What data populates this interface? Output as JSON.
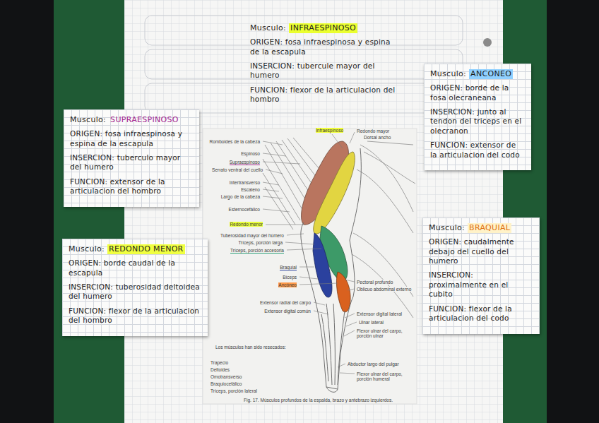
{
  "diagram": {
    "caption": "Fig. 17. Músculos profundos de la espalda, brazo y antebrazo izquierdos.",
    "nodes": [
      {
        "text": [
          "Musculo:",
          "INFRAESPINOSO",
          "ORIGEN: fosa infraespinosa y espina de la escapula",
          "INSERCION: tubercule mayor del humero",
          "FUNCION: flexor de la articulacion del hombro"
        ]
      },
      {
        "text": [
          "Musculo:",
          "SUPRAESPINOSO",
          "ORIGEN: fosa infraespinosa y espina de la escapula",
          "INSERCION: tuberculo mayor del humero",
          "FUNCION: extensor de la articulacion del hombro"
        ]
      },
      {
        "text": [
          "Musculo:",
          "REDONDO MENOR",
          "ORIGEN: borde caudal de la escapula",
          "INSERCION: tuberosidad deltoidea del humero",
          "FUNCION: flexor de la articulacion del hombro"
        ]
      },
      {
        "text": [
          "Musculo:",
          "ANCONEO",
          "ORIGEN: borde de la fosa olecraneana",
          "INSERCION: junto al tendon del triceps en el olecranon",
          "FUNCION: extensor de la articulacion del codo"
        ]
      },
      {
        "text": [
          "Musculo:",
          "BRAQUIAL",
          "ORIGEN: caudalmente debajo del cuello del humero",
          "INSERCION: proximalmente en el cubito",
          "FUNCION: flexor de la articulacion del codo"
        ]
      }
    ],
    "labels": [
      "Infraespinoso",
      "Redondo mayor",
      "Dorsal ancho",
      "Romboides de la cabeza",
      "Espinoso",
      "Supraespinoso",
      "Serrato ventral del cuello",
      "Intertransverso",
      "Escaleno",
      "Largo de la cabeza",
      "Esternocefálico",
      "Redondo menor",
      "Tuberosidad mayor del húmero",
      "Tríceps, porción larga",
      "Tríceps, porción accesoria",
      "Braquial",
      "Bíceps",
      "Ancóneo",
      "Extensor radial del carpo",
      "Extensor digital común",
      "Pectoral profundo",
      "Oblicuo abdominal externo",
      "Extensor digital lateral",
      "Ulnar lateral",
      "Flexor ulnar del carpo, porción ulnar",
      "Abductor largo del pulgar",
      "Flexor ulnar del carpo, porción humeral",
      "Los músculos han sido resecados:",
      "Trapecio",
      "Deltoides",
      "Omotransverso",
      "Braquiocefálico",
      "Tríceps, porción lateral"
    ]
  }
}
